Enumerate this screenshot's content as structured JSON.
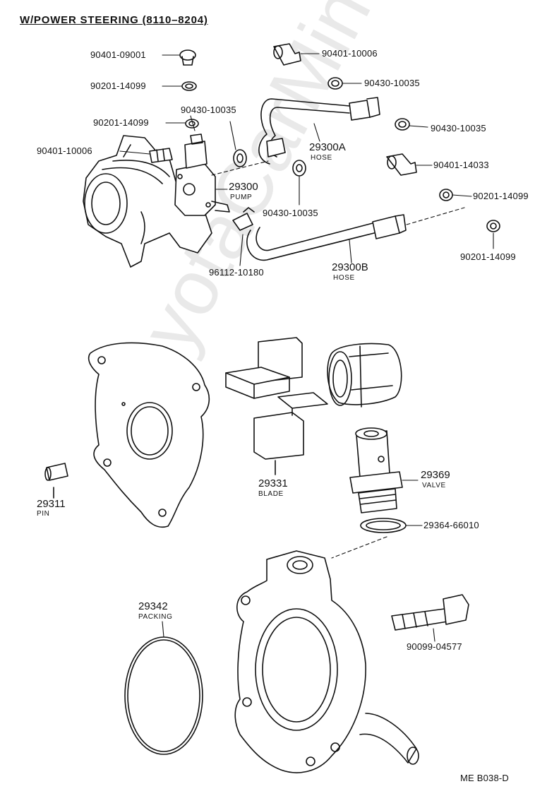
{
  "title": "W/POWER STEERING (8110–8204)",
  "watermark": "ToyotaCarMine.ru",
  "footer_code": "ME  B038-D",
  "parts": {
    "p_90401_09001": "90401-09001",
    "p_90201_14099_a": "90201-14099",
    "p_90430_10035_a": "90430-10035",
    "p_90201_14099_b": "90201-14099",
    "p_90401_10006_a": "90401-10006",
    "p_90401_10006_b": "90401-10006",
    "p_90430_10035_b": "90430-10035",
    "p_90430_10035_c": "90430-10035",
    "p_90401_14033": "90401-14033",
    "p_90201_14099_c": "90201-14099",
    "p_90201_14099_d": "90201-14099",
    "p_90430_10035_d": "90430-10035",
    "p_96112_10180": "96112-10180",
    "p_29364_66010": "29364-66010",
    "p_90099_04577": "90099-04577"
  },
  "callouts": {
    "hose_a": {
      "number": "29300A",
      "caption": "HOSE"
    },
    "pump": {
      "number": "29300",
      "caption": "PUMP"
    },
    "hose_b": {
      "number": "29300B",
      "caption": "HOSE"
    },
    "valve": {
      "number": "29369",
      "caption": "VALVE"
    },
    "blade": {
      "number": "29331",
      "caption": "BLADE"
    },
    "pin": {
      "number": "29311",
      "caption": "PIN"
    },
    "packing": {
      "number": "29342",
      "caption": "PACKING"
    }
  }
}
